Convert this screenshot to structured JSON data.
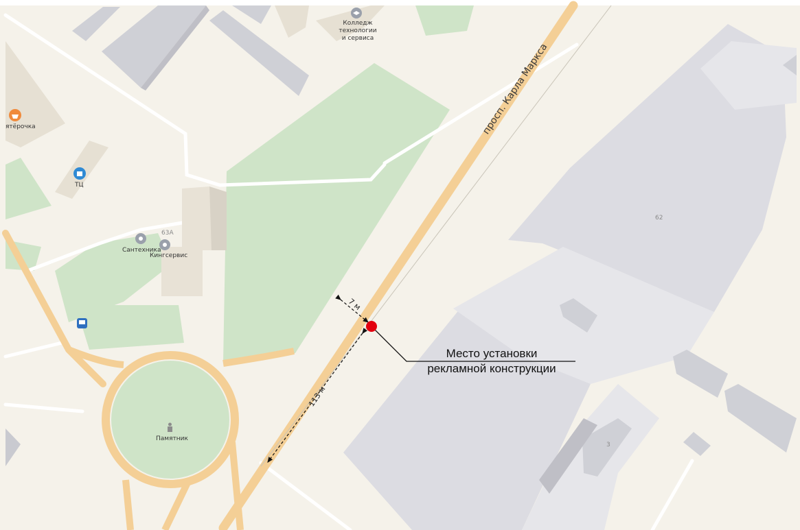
{
  "map": {
    "street_name": "просп. Карла Маркса",
    "pois": {
      "college_line1": "Колледж",
      "college_line2": "технологии",
      "college_line3": "и сервиса",
      "store": "ятёрочка",
      "mall": "ТЦ",
      "santehnika": "Сантехника",
      "kingservis": "Кингсервис",
      "monument": "Памятник"
    },
    "house_numbers": {
      "h63a": "63А",
      "h62": "62",
      "h3": "3"
    },
    "icons": {
      "college": "college-icon",
      "store": "shopping-basket-icon",
      "mall": "shopping-bag-icon",
      "service": "service-icon",
      "bus": "bus-stop-icon",
      "monument": "monument-icon"
    }
  },
  "annotation": {
    "distance_short": "7 м",
    "distance_long": "113 м",
    "callout_line1": "Место установки",
    "callout_line2": "рекламной конструкции",
    "marker_color": "#e3000f"
  },
  "colors": {
    "background": "#f5f2ea",
    "park": "#cfe4c8",
    "building": "#dcdce2",
    "building_dark": "#cfd0d6",
    "road_main": "#f4cf96"
  }
}
